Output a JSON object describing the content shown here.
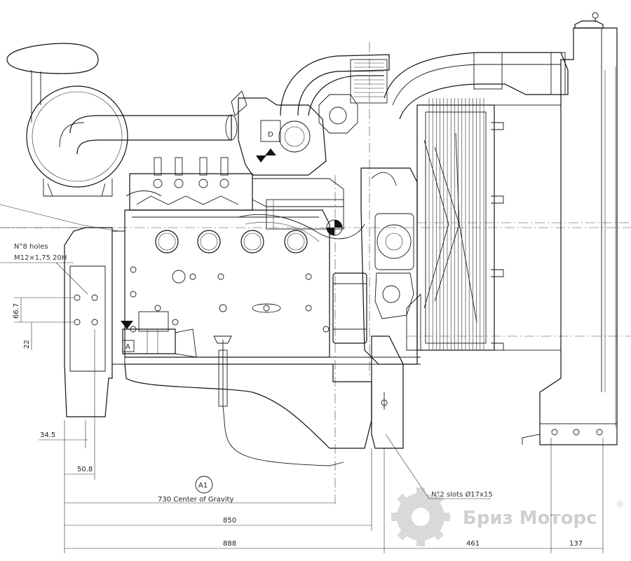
{
  "notes": {
    "holes_count": "N°8 holes",
    "holes_thread": "M12×1,75  20H",
    "slots": "N°2 slots Ø17x15",
    "center_of_gravity": "730 Center of Gravity"
  },
  "dimensions": {
    "d1": "66.7",
    "d2": "22",
    "d3": "34.5",
    "d4": "50.8",
    "d5": "850",
    "d6": "888",
    "d7": "461",
    "d8": "137"
  },
  "markers": {
    "a1": "A1",
    "a": "A",
    "d": "D"
  },
  "watermark": {
    "text": "Бриз Моторс",
    "registered": "®",
    "color": "#c8c8c8"
  }
}
